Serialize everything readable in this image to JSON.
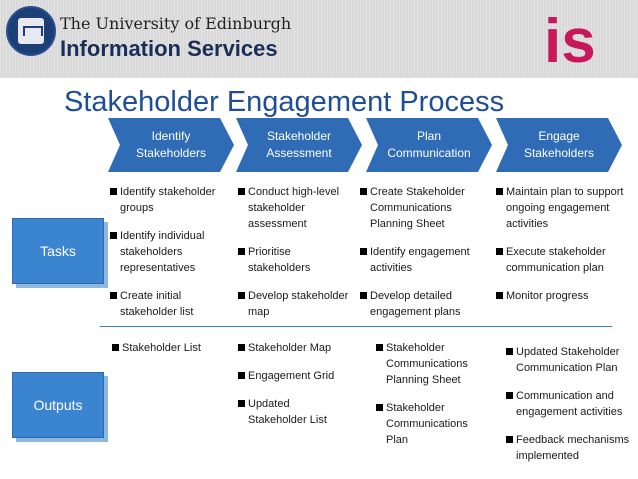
{
  "header": {
    "university": "The University of Edinburgh",
    "department": "Information Services",
    "logo_text": "is"
  },
  "title": "Stakeholder Engagement Process",
  "colors": {
    "chevron": "#2f6cb5",
    "sidebox": "#3b84cf",
    "title": "#1f4e96",
    "logo": "#c8185b"
  },
  "stages": [
    {
      "line1": "Identify",
      "line2": "Stakeholders"
    },
    {
      "line1": "Stakeholder",
      "line2": "Assessment"
    },
    {
      "line1": "Plan",
      "line2": "Communication"
    },
    {
      "line1": "Engage",
      "line2": "Stakeholders"
    }
  ],
  "rows": {
    "tasks": "Tasks",
    "outputs": "Outputs"
  },
  "tasks": [
    [
      "Identify stakeholder groups",
      "Identify individual stakeholders representatives",
      "Create initial stakeholder list"
    ],
    [
      "Conduct high-level stakeholder assessment",
      "Prioritise stakeholders",
      "Develop stakeholder map"
    ],
    [
      "Create Stakeholder Communications Planning Sheet",
      "Identify engagement activities",
      "Develop detailed engagement plans"
    ],
    [
      "Maintain plan to support ongoing engagement activities",
      "Execute stakeholder communication plan",
      "Monitor progress"
    ]
  ],
  "outputs": [
    [
      "Stakeholder List"
    ],
    [
      "Stakeholder Map",
      "Engagement Grid",
      "Updated Stakeholder List"
    ],
    [
      "Stakeholder Communications Planning Sheet",
      "Stakeholder Communications Plan"
    ],
    [
      "Updated Stakeholder Communication Plan",
      "Communication and engagement activities",
      "Feedback mechanisms implemented"
    ]
  ]
}
